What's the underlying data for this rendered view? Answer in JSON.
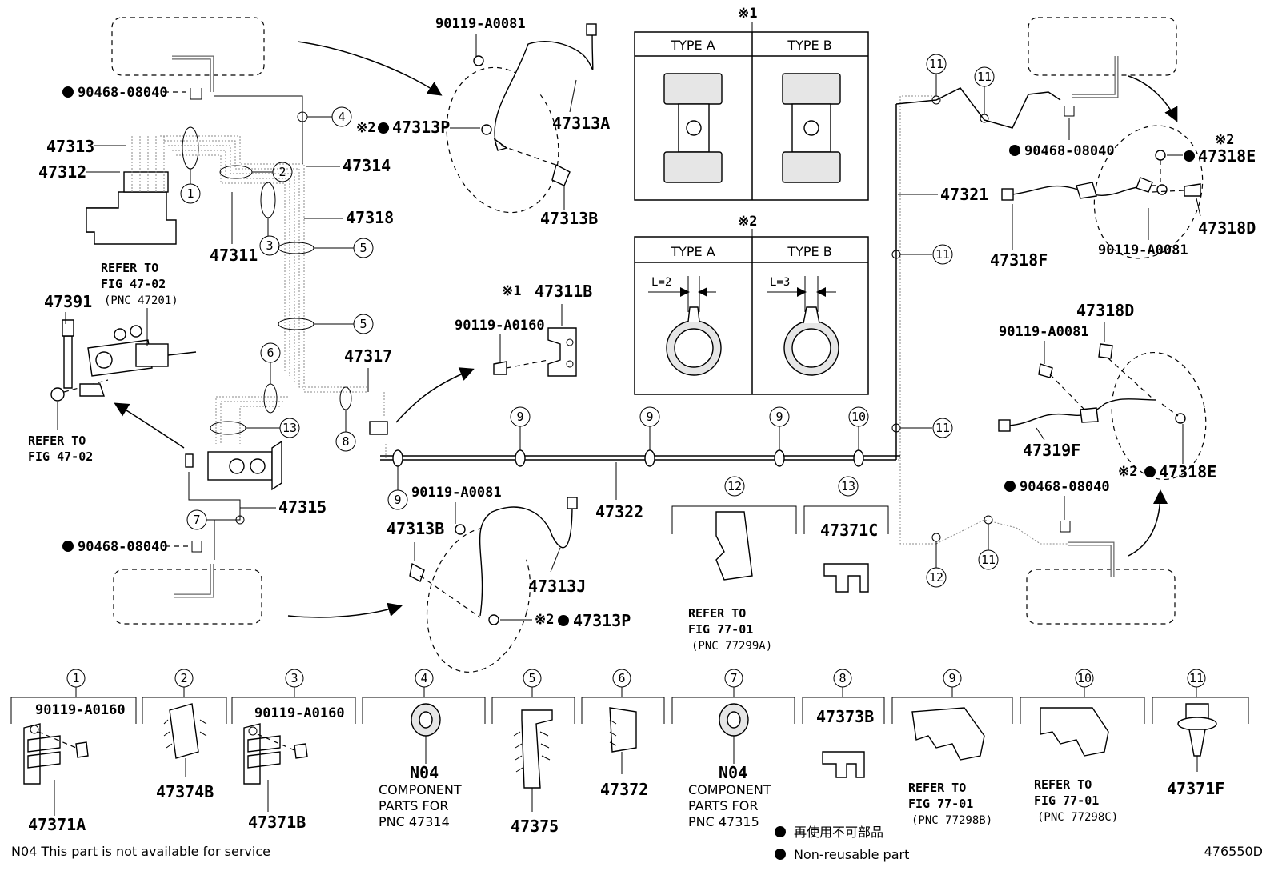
{
  "figure_code": "476550D",
  "footnote": "N04 This part is not available for service",
  "legend": {
    "non_reusable_ja": "再使用不可部品",
    "non_reusable_en": "Non-reusable part"
  },
  "notes": {
    "mark1": "※1",
    "mark2": "※2",
    "note1_type_a": "TYPE A",
    "note1_type_b": "TYPE B",
    "note2_type_a": "TYPE A",
    "note2_type_b": "TYPE B",
    "l_a": "L=2",
    "l_b": "L=3"
  },
  "callouts": [
    "1",
    "2",
    "3",
    "4",
    "5",
    "6",
    "7",
    "8",
    "9",
    "10",
    "11",
    "12",
    "13"
  ],
  "labels": {
    "p47313": "47313",
    "p47312": "47312",
    "p47311": "47311",
    "p47314": "47314",
    "p47318": "47318",
    "p47317": "47317",
    "p47315": "47315",
    "p47391": "47391",
    "p47322": "47322",
    "p47321": "47321",
    "p47313A": "47313A",
    "p47313B_top": "47313B",
    "p47313B_bot": "47313B",
    "p47313J": "47313J",
    "p47313P_top": "47313P",
    "p47313P_bot": "47313P",
    "p47311B": "47311B",
    "p47318E_top": "47318E",
    "p47318E_bot": "47318E",
    "p47318D_top": "47318D",
    "p47318D_mid": "47318D",
    "p47318F": "47318F",
    "p47319F": "47319F",
    "p47371C": "47371C",
    "b90119_A0081_top": "90119-A0081",
    "b90119_A0081_bot": "90119-A0081",
    "b90119_A0081_r1": "90119-A0081",
    "b90119_A0081_r2": "90119-A0081",
    "b90119_A0160": "90119-A0160",
    "g90468_tl": "90468-08040",
    "g90468_bl": "90468-08040",
    "g90468_tr": "90468-08040",
    "g90468_br": "90468-08040",
    "ref_fig4702_a_1": "REFER TO",
    "ref_fig4702_a_2": "FIG 47-02",
    "ref_fig4702_a_3": "(PNC 47201)",
    "ref_fig4702_b_1": "REFER TO",
    "ref_fig4702_b_2": "FIG 47-02",
    "ref_fig7701_a_1": "REFER TO",
    "ref_fig7701_a_2": "FIG 77-01",
    "ref_fig7701_a_3": "(PNC 77299A)"
  },
  "bottom_items": [
    {
      "num": "1",
      "bolt": "90119-A0160",
      "part": "47371A"
    },
    {
      "num": "2",
      "part": "47374B"
    },
    {
      "num": "3",
      "bolt": "90119-A0160",
      "part": "47371B"
    },
    {
      "num": "4",
      "code": "N04",
      "desc1": "COMPONENT",
      "desc2": "PARTS FOR",
      "desc3": "PNC 47314"
    },
    {
      "num": "5",
      "part": "47375"
    },
    {
      "num": "6",
      "part": "47372"
    },
    {
      "num": "7",
      "code": "N04",
      "desc1": "COMPONENT",
      "desc2": "PARTS FOR",
      "desc3": "PNC 47315"
    },
    {
      "num": "8",
      "part": "47373B"
    },
    {
      "num": "9",
      "ref1": "REFER TO",
      "ref2": "FIG 77-01",
      "ref3": "(PNC 77298B)"
    },
    {
      "num": "10",
      "ref1": "REFER TO",
      "ref2": "FIG 77-01",
      "ref3": "(PNC 77298C)"
    },
    {
      "num": "11",
      "part": "47371F"
    }
  ]
}
